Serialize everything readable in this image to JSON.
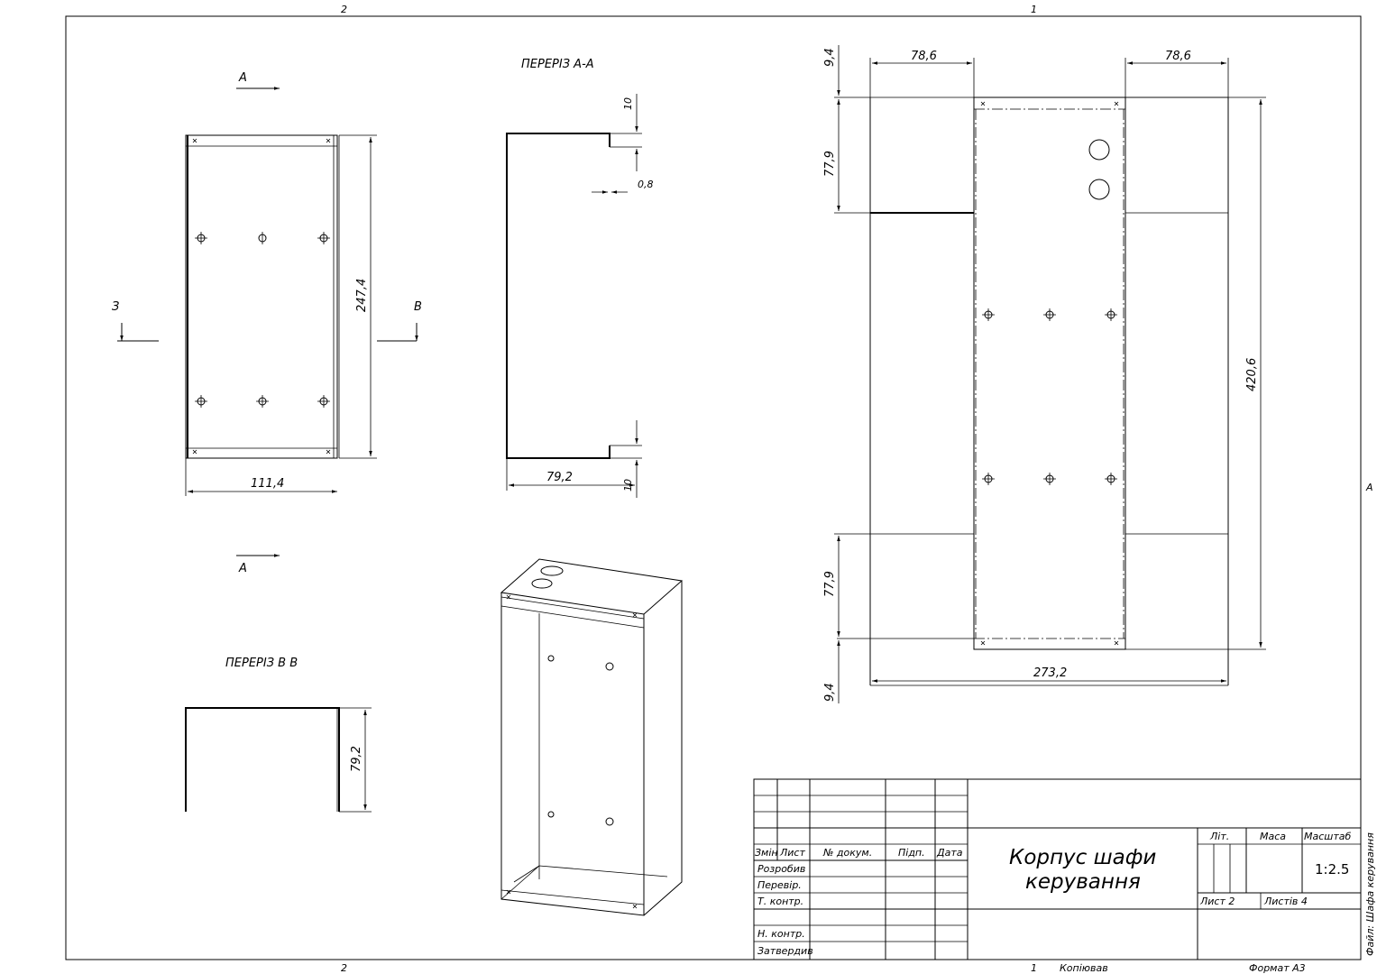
{
  "frame": {
    "zone_top_left": "2",
    "zone_top_right": "1",
    "zone_bottom_left": "2",
    "zone_bottom_mid": "1",
    "zone_side": "A",
    "author_bottom": "Копіював",
    "format": "Формат А3",
    "file_label": "Файл: Шафа керування"
  },
  "views": {
    "section_aa_title": "ПЕРЕРІЗ А-А",
    "section_bb_title": "ПЕРЕРІЗ В В",
    "arrow_a_top": "А",
    "arrow_a_bottom": "А",
    "arrow_b_left": "З",
    "arrow_b_right": "В"
  },
  "dimensions": {
    "front_height": "247,4",
    "front_width": "111,4",
    "aa_top_gap": "10",
    "aa_thickness": "0,8",
    "aa_width": "79,2",
    "aa_bottom_gap": "10",
    "bb_depth": "79,2",
    "flat_flap_left": "78,6",
    "flat_flap_right": "78,6",
    "flat_margin_top": "9,4",
    "flat_flap_top_h": "77,9",
    "flat_flap_bottom_h": "77,9",
    "flat_margin_bottom": "9,4",
    "flat_total_height": "420,6",
    "flat_total_width": "273,2"
  },
  "title_block": {
    "col_izm": "Змін",
    "col_list": "Лист",
    "col_doc": "№ докум.",
    "col_sign": "Підп.",
    "col_date": "Дата",
    "row_developed": "Розробив",
    "row_checked": "Перевір.",
    "row_tcontrol": "Т. контр.",
    "row_ncontrol": "Н. контр.",
    "row_approved": "Затвердив",
    "title_line1": "Корпус шафи",
    "title_line2": "керування",
    "lit": "Літ.",
    "mass": "Маса",
    "scale_label": "Масштаб",
    "scale_value": "1:2.5",
    "sheet": "Лист 2",
    "sheets": "Листів 4"
  }
}
